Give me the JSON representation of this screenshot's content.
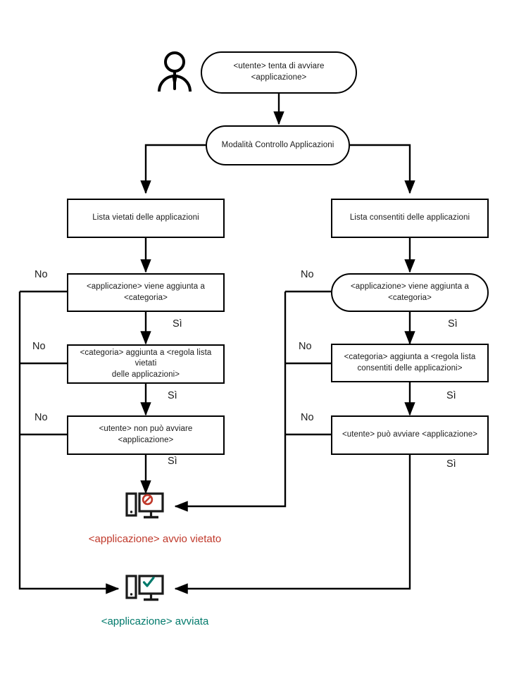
{
  "diagram": {
    "title": "Modalita Controllo Applicazioni flowchart",
    "language": "it",
    "actor": {
      "icon": "user-icon"
    },
    "nodes": {
      "start": "<utente> tenta di avviare <applicazione>",
      "start_line1": "<utente> tenta di avviare",
      "start_line2": "<applicazione>",
      "mode": "Modalità Controllo Applicazioni",
      "denylist": "Lista vietati delle applicazioni",
      "allowlist": "Lista consentiti delle applicazioni",
      "left_step1_line1": "<applicazione> viene aggiunta a",
      "left_step1_line2": "<categoria>",
      "left_step2_line1": "<categoria> aggiunta a <regola lista vietati",
      "left_step2_line2": "delle applicazioni>",
      "left_step3": "<utente> non può avviare <applicazione>",
      "right_step1_line1": "<applicazione> viene aggiunta a",
      "right_step1_line2": "<categoria>",
      "right_step2_line1": "<categoria> aggiunta a <regola lista",
      "right_step2_line2": "consentiti delle applicazioni>",
      "right_step3": "<utente> può avviare <applicazione>"
    },
    "edge_labels": {
      "no": "No",
      "si": "Sì"
    },
    "terminals": {
      "blocked": {
        "label": "<applicazione> avvio vietato",
        "icon": "computer-blocked-icon",
        "color": "#c0392b"
      },
      "started": {
        "label": "<applicazione> avviata",
        "icon": "computer-allowed-icon",
        "color": "#00796b"
      }
    },
    "colors": {
      "line": "#000000",
      "text": "#1a1a1a",
      "blocked": "#c0392b",
      "allowed": "#00796b",
      "background": "#ffffff"
    }
  }
}
